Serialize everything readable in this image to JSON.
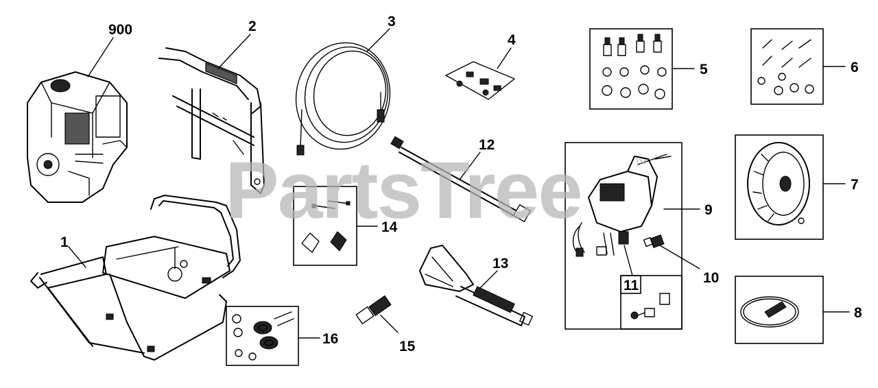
{
  "watermark": {
    "text": "PartsTree",
    "trademark": "TM",
    "color": "#b5b5b5"
  },
  "callouts": {
    "p900": "900",
    "p1": "1",
    "p2": "2",
    "p3": "3",
    "p4": "4",
    "p5": "5",
    "p6": "6",
    "p7": "7",
    "p8": "8",
    "p9": "9",
    "p10": "10",
    "p11": "11",
    "p12": "12",
    "p13": "13",
    "p14": "14",
    "p15": "15",
    "p16": "16"
  }
}
